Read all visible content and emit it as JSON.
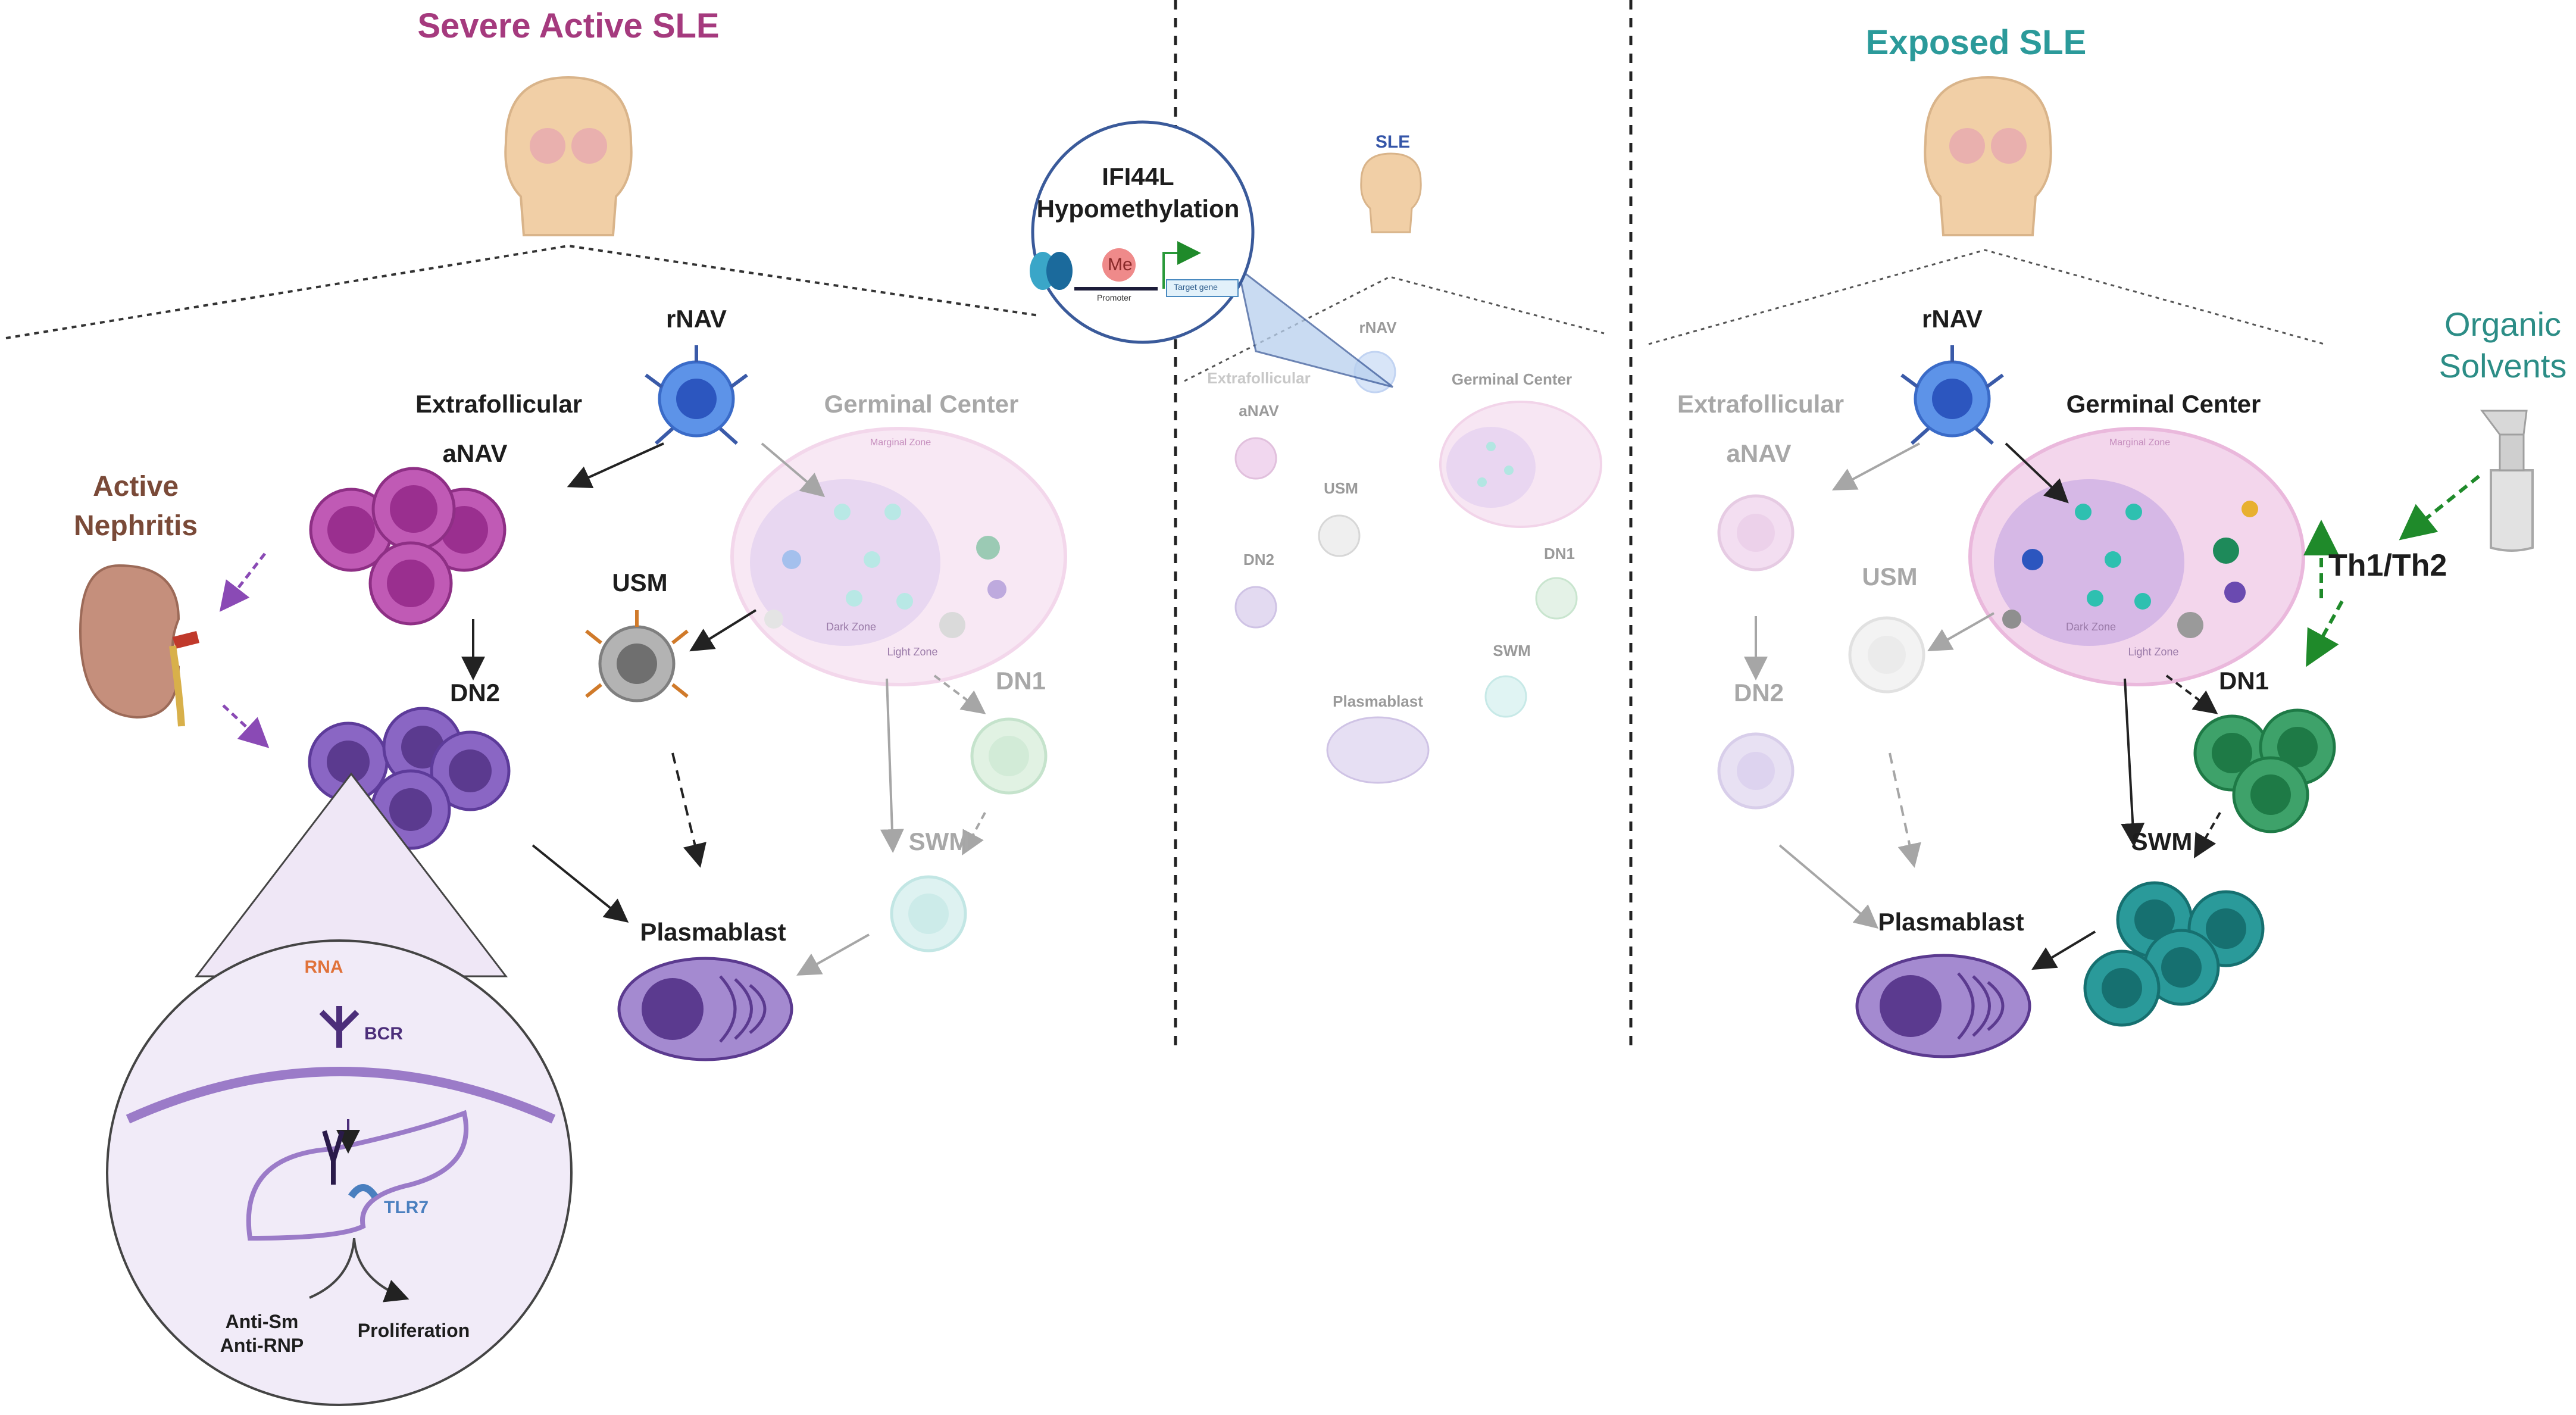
{
  "panels": {
    "severe": {
      "title": "Severe Active SLE",
      "accent": "#a53a7e"
    },
    "middle": {
      "title": "SLE",
      "accent": "#3455a8"
    },
    "exposed": {
      "title": "Exposed SLE",
      "accent": "#2b9a9a"
    }
  },
  "labels": {
    "rnav": "rNAV",
    "anav": "aNAV",
    "extrafollicular": "Extrafollicular",
    "germinal_center": "Germinal Center",
    "usm": "USM",
    "dn1": "DN1",
    "dn2": "DN2",
    "swm": "SWM",
    "plasmablast": "Plasmablast",
    "marginal_zone": "Marginal Zone",
    "dark_zone": "Dark Zone",
    "light_zone": "Light Zone"
  },
  "nephritis": {
    "line1": "Active",
    "line2": "Nephritis"
  },
  "organic": {
    "line1": "Organic",
    "line2": "Solvents"
  },
  "th": "Th1/Th2",
  "ifi44l": {
    "line1": "IFI44L",
    "line2": "Hypomethylation",
    "me": "Me",
    "promoter": "Promoter",
    "target_gene": "Target gene"
  },
  "signaling": {
    "rna": "RNA",
    "bcr": "BCR",
    "tlr7": "TLR7",
    "out1_line1": "Anti-Sm",
    "out1_line2": "Anti-RNP",
    "out2": "Proliferation"
  },
  "colors": {
    "rnav": "#3f74d8",
    "anav": "#b04aa8",
    "dn2": "#7a55b5",
    "usm": "#8c8c8c",
    "dn1": "#3ea26a",
    "swm": "#2a9a9a",
    "plasma": "#5b3a8f",
    "gc": "#e8c6e0"
  }
}
